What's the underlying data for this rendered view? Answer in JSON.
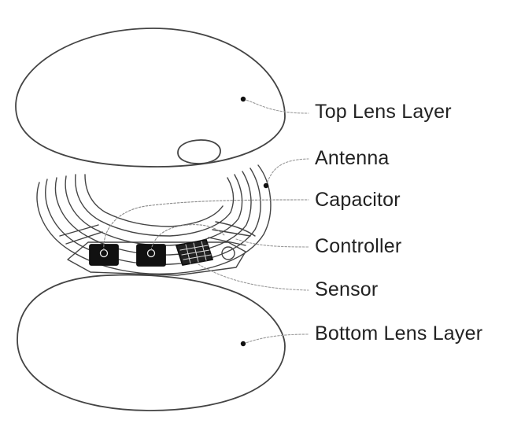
{
  "labels": {
    "top_lens_layer": "Top Lens Layer",
    "antenna": "Antenna",
    "capacitor": "Capacitor",
    "controller": "Controller",
    "sensor": "Sensor",
    "bottom_lens_layer": "Bottom Lens Layer"
  },
  "colors": {
    "line": "#444444",
    "leader": "#9a9a9a",
    "chip": "#111111"
  }
}
